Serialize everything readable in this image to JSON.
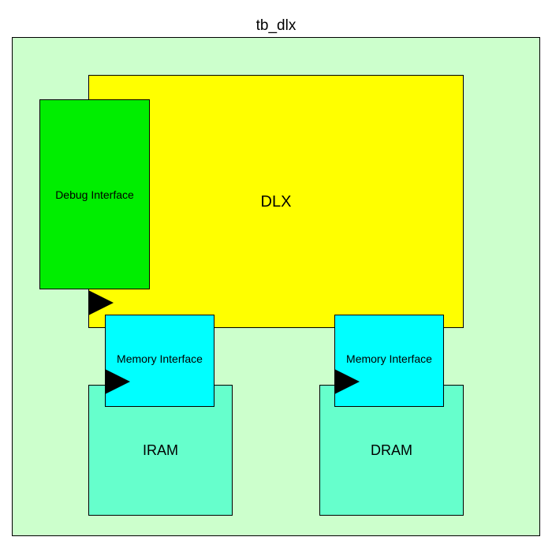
{
  "diagram": {
    "title": "tb_dlx",
    "colors": {
      "testbench": "#ccffcc",
      "dlx": "#ffff00",
      "debug": "#00ee00",
      "memory_interface": "#00ffff",
      "ram": "#66ffcc",
      "clock_marker": "#000000"
    },
    "blocks": {
      "dlx": "DLX",
      "debug_interface": "Debug Interface",
      "iram_memory_interface": "Memory Interface",
      "dram_memory_interface": "Memory Interface",
      "iram": "IRAM",
      "dram": "DRAM"
    }
  }
}
